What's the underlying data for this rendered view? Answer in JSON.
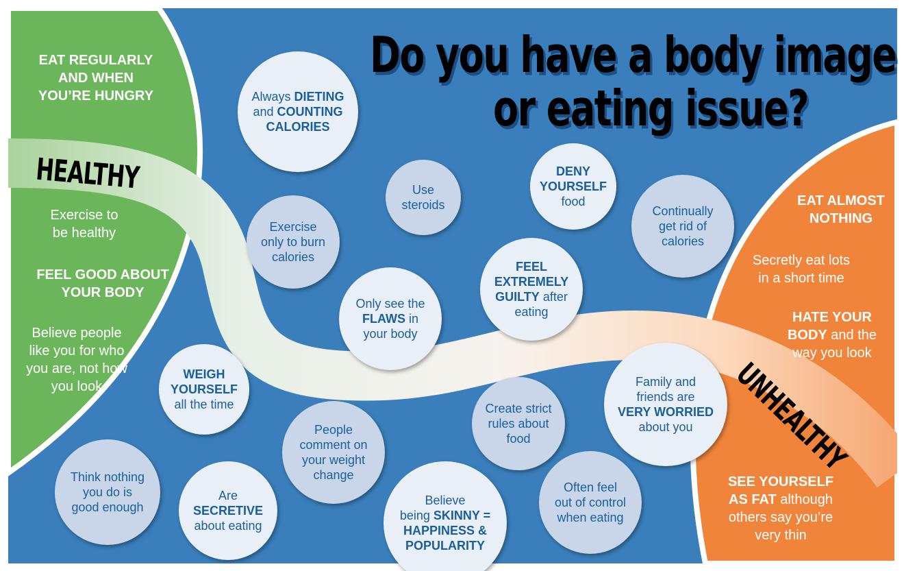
{
  "title": {
    "line1": "Do you have a body image",
    "line2": "or eating issue?"
  },
  "colors": {
    "blue": "#3a7fbb",
    "green": "#6bb55a",
    "orange": "#f0843b",
    "circle_text": "#1a5f9a"
  },
  "labels": {
    "healthy": "HEALTHY",
    "unhealthy": "UNHEALTHY"
  },
  "healthy_side": [
    {
      "lines": [
        [
          {
            "t": "EAT REGULARLY",
            "b": true
          }
        ],
        [
          {
            "t": "AND WHEN",
            "b": true
          }
        ],
        [
          {
            "t": "YOU’RE HUNGRY",
            "b": true
          }
        ]
      ]
    },
    {
      "lines": [
        [
          {
            "t": "Exercise to",
            "b": false
          }
        ],
        [
          {
            "t": "be healthy",
            "b": false
          }
        ]
      ]
    },
    {
      "lines": [
        [
          {
            "t": "FEEL GOOD ABOUT",
            "b": true
          }
        ],
        [
          {
            "t": "YOUR BODY",
            "b": true
          }
        ]
      ]
    },
    {
      "lines": [
        [
          {
            "t": "Believe people",
            "b": false
          }
        ],
        [
          {
            "t": "like you for who",
            "b": false
          }
        ],
        [
          {
            "t": "you are, not how",
            "b": false
          }
        ],
        [
          {
            "t": "you look",
            "b": false
          }
        ]
      ]
    }
  ],
  "unhealthy_side": [
    {
      "lines": [
        [
          {
            "t": "EAT ALMOST",
            "b": true
          }
        ],
        [
          {
            "t": "NOTHING",
            "b": true
          }
        ]
      ]
    },
    {
      "lines": [
        [
          {
            "t": "Secretly eat lots",
            "b": false
          }
        ],
        [
          {
            "t": "in a short time",
            "b": false
          }
        ]
      ]
    },
    {
      "lines": [
        [
          {
            "t": "HATE YOUR",
            "b": true
          }
        ],
        [
          {
            "t": "BODY",
            "b": true
          },
          {
            "t": " and the",
            "b": false
          }
        ],
        [
          {
            "t": "way you look",
            "b": false
          }
        ]
      ]
    },
    {
      "lines": [
        [
          {
            "t": "SEE YOURSELF",
            "b": true
          }
        ],
        [
          {
            "t": "AS FAT",
            "b": true
          },
          {
            "t": " although",
            "b": false
          }
        ],
        [
          {
            "t": "others say you’re",
            "b": false
          }
        ],
        [
          {
            "t": "very thin",
            "b": false
          }
        ]
      ]
    }
  ],
  "circles": [
    {
      "lines": [
        [
          {
            "t": "Always ",
            "b": false
          },
          {
            "t": "DIETING",
            "b": true
          }
        ],
        [
          {
            "t": "and ",
            "b": false
          },
          {
            "t": "COUNTING",
            "b": true
          }
        ],
        [
          {
            "t": "CALORIES",
            "b": true
          }
        ]
      ]
    },
    {
      "lines": [
        [
          {
            "t": "Use",
            "b": false
          }
        ],
        [
          {
            "t": "steroids",
            "b": false
          }
        ]
      ]
    },
    {
      "lines": [
        [
          {
            "t": "DENY",
            "b": true
          }
        ],
        [
          {
            "t": "YOURSELF",
            "b": true
          }
        ],
        [
          {
            "t": "food",
            "b": false
          }
        ]
      ]
    },
    {
      "lines": [
        [
          {
            "t": "Continually",
            "b": false
          }
        ],
        [
          {
            "t": "get rid of",
            "b": false
          }
        ],
        [
          {
            "t": "calories",
            "b": false
          }
        ]
      ]
    },
    {
      "lines": [
        [
          {
            "t": "Exercise",
            "b": false
          }
        ],
        [
          {
            "t": "only to burn",
            "b": false
          }
        ],
        [
          {
            "t": "calories",
            "b": false
          }
        ]
      ]
    },
    {
      "lines": [
        [
          {
            "t": "Only see the",
            "b": false
          }
        ],
        [
          {
            "t": "FLAWS",
            "b": true
          },
          {
            "t": " in",
            "b": false
          }
        ],
        [
          {
            "t": "your body",
            "b": false
          }
        ]
      ]
    },
    {
      "lines": [
        [
          {
            "t": "FEEL",
            "b": true
          }
        ],
        [
          {
            "t": "EXTREMELY",
            "b": true
          }
        ],
        [
          {
            "t": "GUILTY",
            "b": true
          },
          {
            "t": " after",
            "b": false
          }
        ],
        [
          {
            "t": "eating",
            "b": false
          }
        ]
      ]
    },
    {
      "lines": [
        [
          {
            "t": "WEIGH",
            "b": true
          }
        ],
        [
          {
            "t": "YOURSELF",
            "b": true
          }
        ],
        [
          {
            "t": "all the time",
            "b": false
          }
        ]
      ]
    },
    {
      "lines": [
        [
          {
            "t": "Create strict",
            "b": false
          }
        ],
        [
          {
            "t": "rules about",
            "b": false
          }
        ],
        [
          {
            "t": "food",
            "b": false
          }
        ]
      ]
    },
    {
      "lines": [
        [
          {
            "t": "Family and",
            "b": false
          }
        ],
        [
          {
            "t": "friends are",
            "b": false
          }
        ],
        [
          {
            "t": "VERY WORRIED",
            "b": true
          }
        ],
        [
          {
            "t": "about you",
            "b": false
          }
        ]
      ]
    },
    {
      "lines": [
        [
          {
            "t": "People",
            "b": false
          }
        ],
        [
          {
            "t": "comment on",
            "b": false
          }
        ],
        [
          {
            "t": "your weight",
            "b": false
          }
        ],
        [
          {
            "t": "change",
            "b": false
          }
        ]
      ]
    },
    {
      "lines": [
        [
          {
            "t": "Think nothing",
            "b": false
          }
        ],
        [
          {
            "t": "you do is",
            "b": false
          }
        ],
        [
          {
            "t": "good enough",
            "b": false
          }
        ]
      ]
    },
    {
      "lines": [
        [
          {
            "t": "Are",
            "b": false
          }
        ],
        [
          {
            "t": "SECRETIVE",
            "b": true
          }
        ],
        [
          {
            "t": "about eating",
            "b": false
          }
        ]
      ]
    },
    {
      "lines": [
        [
          {
            "t": "Believe",
            "b": false
          }
        ],
        [
          {
            "t": "being ",
            "b": false
          },
          {
            "t": "SKINNY =",
            "b": true
          }
        ],
        [
          {
            "t": "HAPPINESS &",
            "b": true
          }
        ],
        [
          {
            "t": "POPULARITY",
            "b": true
          }
        ]
      ]
    },
    {
      "lines": [
        [
          {
            "t": "Often feel",
            "b": false
          }
        ],
        [
          {
            "t": "out of control",
            "b": false
          }
        ],
        [
          {
            "t": "when eating",
            "b": false
          }
        ]
      ]
    }
  ]
}
